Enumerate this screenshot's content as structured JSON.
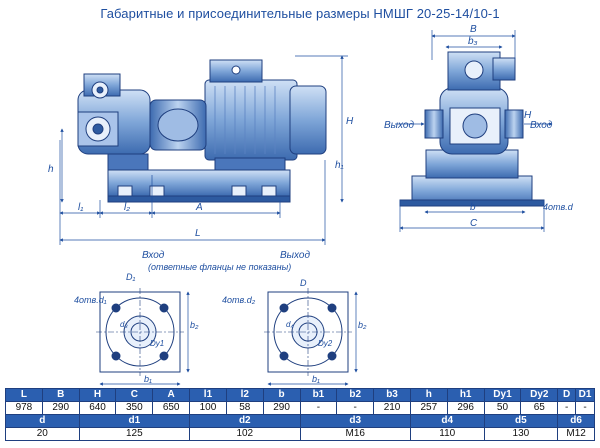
{
  "title": "Габаритные и присоединительные размеры НМШГ 20-25-14/10-1",
  "side_view_labels": {
    "outlet": "Выход",
    "inlet": "Вход",
    "b3": "b₃",
    "H": "H",
    "h1": "h₁",
    "b": "b",
    "C": "C",
    "holes": "4отв.d"
  },
  "front_view_labels": {
    "h": "h",
    "l1": "l₁",
    "l2": "l₂",
    "A": "A",
    "L": "L",
    "B": "B",
    "H": "H"
  },
  "flange_labels": {
    "inlet_title": "Вход",
    "outlet_title": "Выход",
    "note": "(ответные фланцы не показаны)",
    "holes_d1": "4отв.d₁",
    "holes_d2": "4отв.d₂",
    "D1": "D₁",
    "d3": "d₃",
    "Dy1": "Dy1",
    "Dy2": "Dy2",
    "D": "D",
    "d4": "d₄",
    "b1": "b₁",
    "b2": "b₂"
  },
  "table1": {
    "headers": [
      "L",
      "B",
      "H",
      "C",
      "A",
      "l1",
      "l2",
      "b",
      "b1",
      "b2",
      "b3",
      "h",
      "h1",
      "Dy1",
      "Dy2",
      "D",
      "D1"
    ],
    "values": [
      "978",
      "290",
      "640",
      "350",
      "650",
      "100",
      "58",
      "290",
      "-",
      "-",
      "210",
      "257",
      "296",
      "50",
      "65",
      "-",
      "-"
    ]
  },
  "table2": {
    "headers": [
      "d",
      "d1",
      "d2",
      "d3",
      "d4",
      "d5",
      "d6"
    ],
    "values": [
      "20",
      "125",
      "102",
      "M16",
      "110",
      "130",
      "M12"
    ]
  }
}
